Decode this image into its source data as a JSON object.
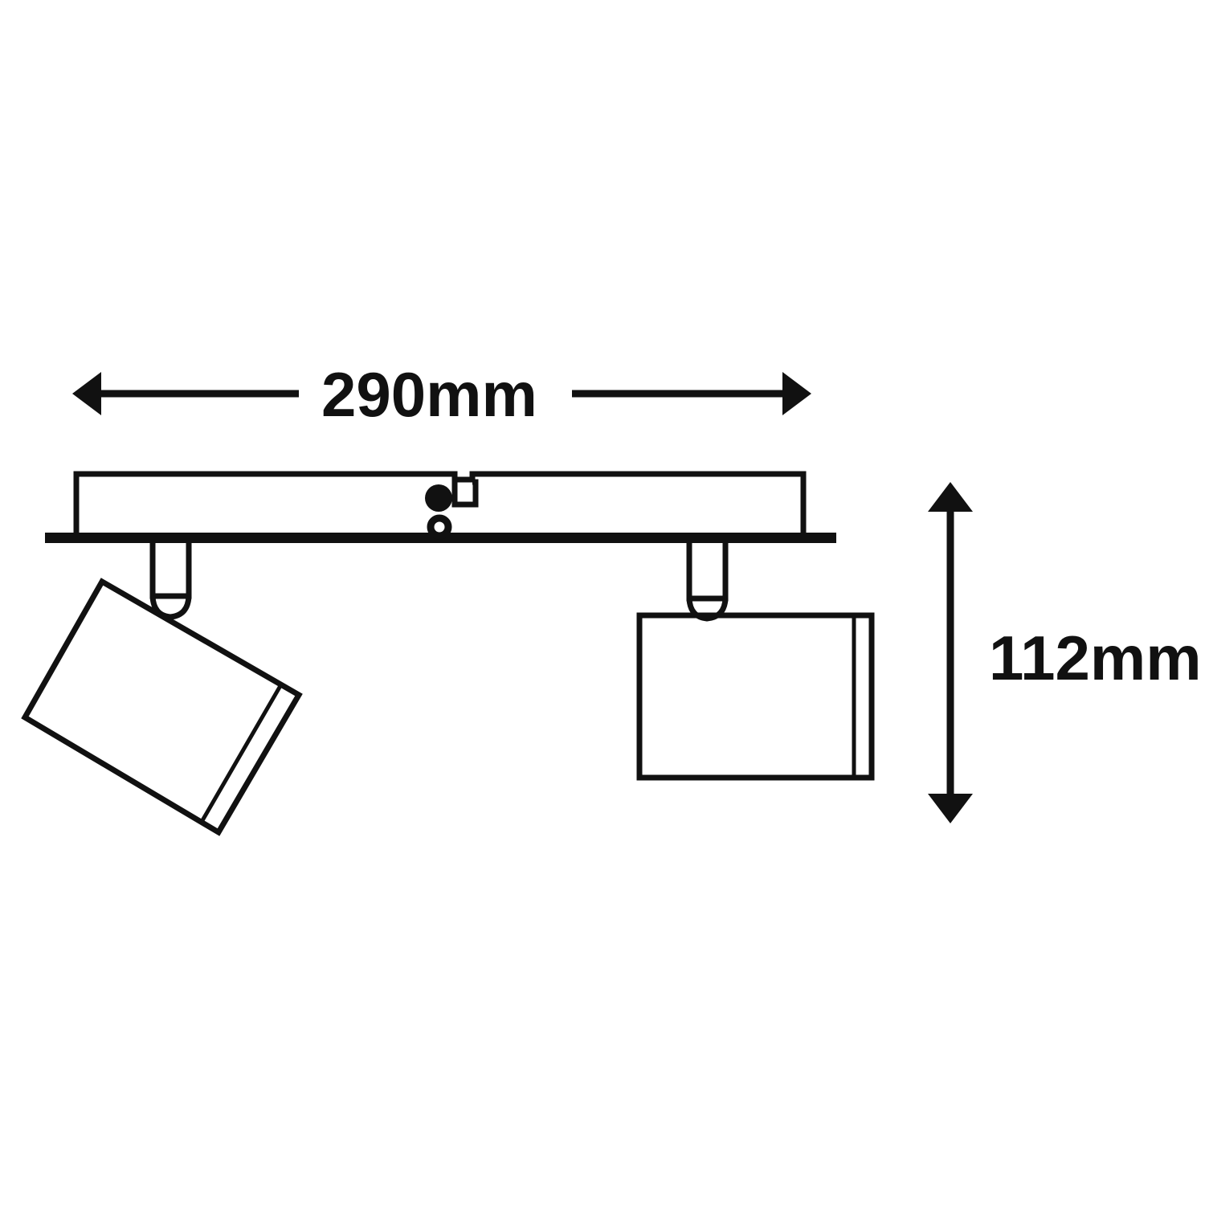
{
  "drawing": {
    "title": "Ceiling spotlight bar dimension drawing",
    "background_color": "#ffffff",
    "line_color": "#111111",
    "units": "mm",
    "dimensions": {
      "width": {
        "label": "290mm",
        "value": 290,
        "unit": "mm",
        "orientation": "horizontal",
        "arrow_style": "double-headed"
      },
      "height": {
        "label": "112mm",
        "value": 112,
        "unit": "mm",
        "orientation": "vertical",
        "arrow_style": "double-headed"
      }
    },
    "parts": {
      "mounting_bar": "mounting-bar",
      "base_plate": "base-plate",
      "screw_head": "screw-head-filled-circle",
      "cable_hole": "cable-hole-open-circle",
      "step_notch": "bar-step-notch",
      "left_spot": "left-spotlight-head-tilted",
      "left_stem": "left-spotlight-stem",
      "left_bezel": "left-spotlight-bezel",
      "right_spot": "right-spotlight-head-upright",
      "right_stem": "right-spotlight-stem",
      "right_bezel": "right-spotlight-bezel"
    }
  }
}
